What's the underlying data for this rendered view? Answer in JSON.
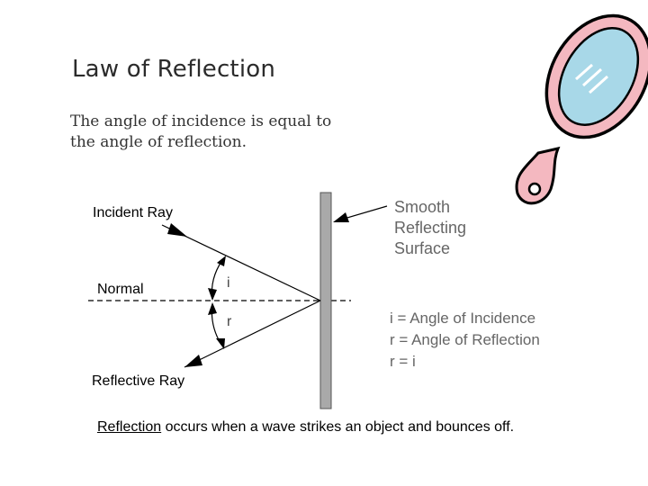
{
  "title": "Law of Reflection",
  "statement": {
    "line1": "The angle of incidence is equal to",
    "line2": "the angle of reflection."
  },
  "labels": {
    "incident_ray": "Incident  Ray",
    "normal": "Normal",
    "reflective_ray": "Reflective Ray",
    "angle_i": "i",
    "angle_r": "r",
    "surface_line1": "Smooth",
    "surface_line2": "Reflecting",
    "surface_line3": "Surface"
  },
  "legend": [
    "i = Angle of Incidence",
    "r = Angle of Reflection",
    "r = i"
  ],
  "caption": {
    "term": "Reflection",
    "rest": " occurs when a wave strikes an object and bounces off."
  },
  "colors": {
    "mirror_bar": "#a9a9a9",
    "mirror_glass": "#a8d8e8",
    "mirror_frame": "#f4b8c0"
  }
}
